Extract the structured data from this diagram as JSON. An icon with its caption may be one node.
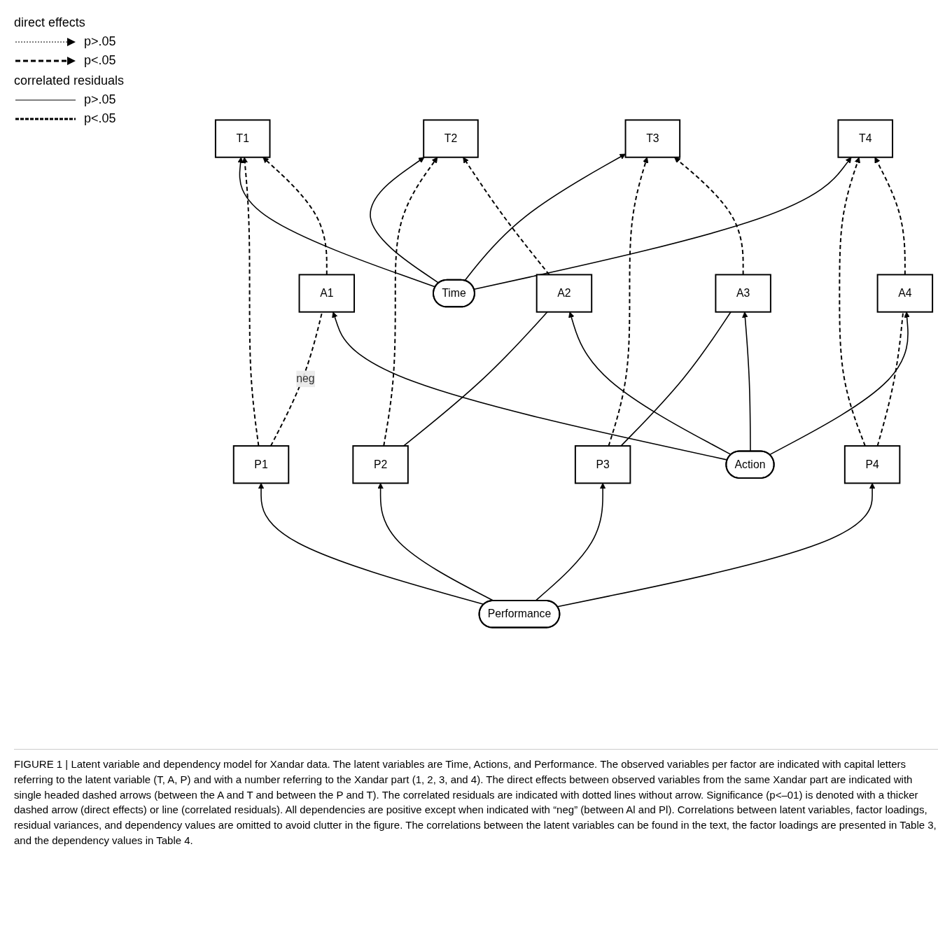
{
  "diagram": {
    "caption": "FIGURE 1 | Latent variable and dependency model for Xandar data. The latent variables are Time, Actions, and Performance. The observed variables per factor are indicated with capital letters referring to the latent variable (T, A, P) and with a number referring to the Xandar part (1, 2, 3, and 4). The direct effects between observed variables from the same Xandar part are indicated with single headed dashed arrows (between the A and T and between the P and T). The correlated residuals are indicated with dotted lines without arrow. Significance (p<–01) is denoted with a thicker dashed arrow (direct effects) or line (correlated residuals). All dependencies are positive except when indicated with “neg” (between Al and Pl). Correlations between latent variables, factor loadings, residual variances, and dependency values are omitted to avoid clutter in the figure. The correlations between the latent variables can be found in the text, the factor loadings are presented in Table 3, and the dependency values in Table 4.",
    "nodes": [
      {
        "text": [
          "Time"
        ]
      },
      {
        "text": [
          "T1"
        ]
      },
      {
        "text": [
          "T2"
        ]
      },
      {
        "text": [
          "T3"
        ]
      },
      {
        "text": [
          "T4"
        ]
      },
      {
        "text": [
          "Performance"
        ]
      },
      {
        "text": [
          "P1"
        ]
      },
      {
        "text": [
          "P2"
        ]
      },
      {
        "text": [
          "P3"
        ]
      },
      {
        "text": [
          "P4"
        ]
      },
      {
        "text": [
          "A1"
        ]
      },
      {
        "text": [
          "A2"
        ]
      },
      {
        "text": [
          "A3"
        ]
      },
      {
        "text": [
          "A4"
        ]
      },
      {
        "text": [
          "Action"
        ]
      }
    ],
    "edges": [
      {
        "from": 0,
        "to": 1,
        "arrow": "to"
      },
      {
        "from": 0,
        "to": 2,
        "arrow": "to"
      },
      {
        "from": 0,
        "to": 3,
        "arrow": "to"
      },
      {
        "from": 0,
        "to": 4,
        "arrow": "to"
      },
      {
        "from": 5,
        "to": 6,
        "arrow": "to"
      },
      {
        "from": 5,
        "to": 7,
        "arrow": "to"
      },
      {
        "from": 5,
        "to": 8,
        "arrow": "to"
      },
      {
        "from": 5,
        "to": 9,
        "arrow": "to"
      },
      {
        "from": 6,
        "to": 1,
        "arrow": "to",
        "style": "dashed"
      },
      {
        "from": 7,
        "to": 2,
        "arrow": "to",
        "style": "dashed"
      },
      {
        "from": 8,
        "to": 3,
        "arrow": "to",
        "style": "dashed"
      },
      {
        "from": 9,
        "to": 4,
        "arrow": "to",
        "style": "dashed"
      },
      {
        "from": 10,
        "to": 1,
        "arrow": "to",
        "style": "dashed"
      },
      {
        "from": 11,
        "to": 2,
        "arrow": "to",
        "style": "dashed"
      },
      {
        "from": 12,
        "to": 3,
        "arrow": "to",
        "style": "dashed"
      },
      {
        "from": 13,
        "to": 4,
        "arrow": "to",
        "style": "dashed"
      },
      {
        "from": 6,
        "to": 10,
        "arrow": "none",
        "style": "dashed",
        "label": "neg"
      },
      {
        "from": 7,
        "to": 11,
        "arrow": "none"
      },
      {
        "from": 8,
        "to": 12,
        "arrow": "none"
      },
      {
        "from": 9,
        "to": 13,
        "arrow": "none",
        "style": "dashed"
      },
      {
        "from": 14,
        "to": 10,
        "arrow": "to"
      },
      {
        "from": 14,
        "to": 11,
        "arrow": "to"
      },
      {
        "from": 14,
        "to": 12,
        "arrow": "to"
      },
      {
        "from": 14,
        "to": 13,
        "arrow": "to"
      }
    ],
    "legend": [
      {
        "text": "direct effects"
      },
      {
        "text": "p>.05"
      },
      {
        "text": "p<.05"
      },
      {
        "text": "correlated residuals"
      },
      {
        "text": "p>.05"
      },
      {
        "text": "p<.05"
      }
    ]
  }
}
